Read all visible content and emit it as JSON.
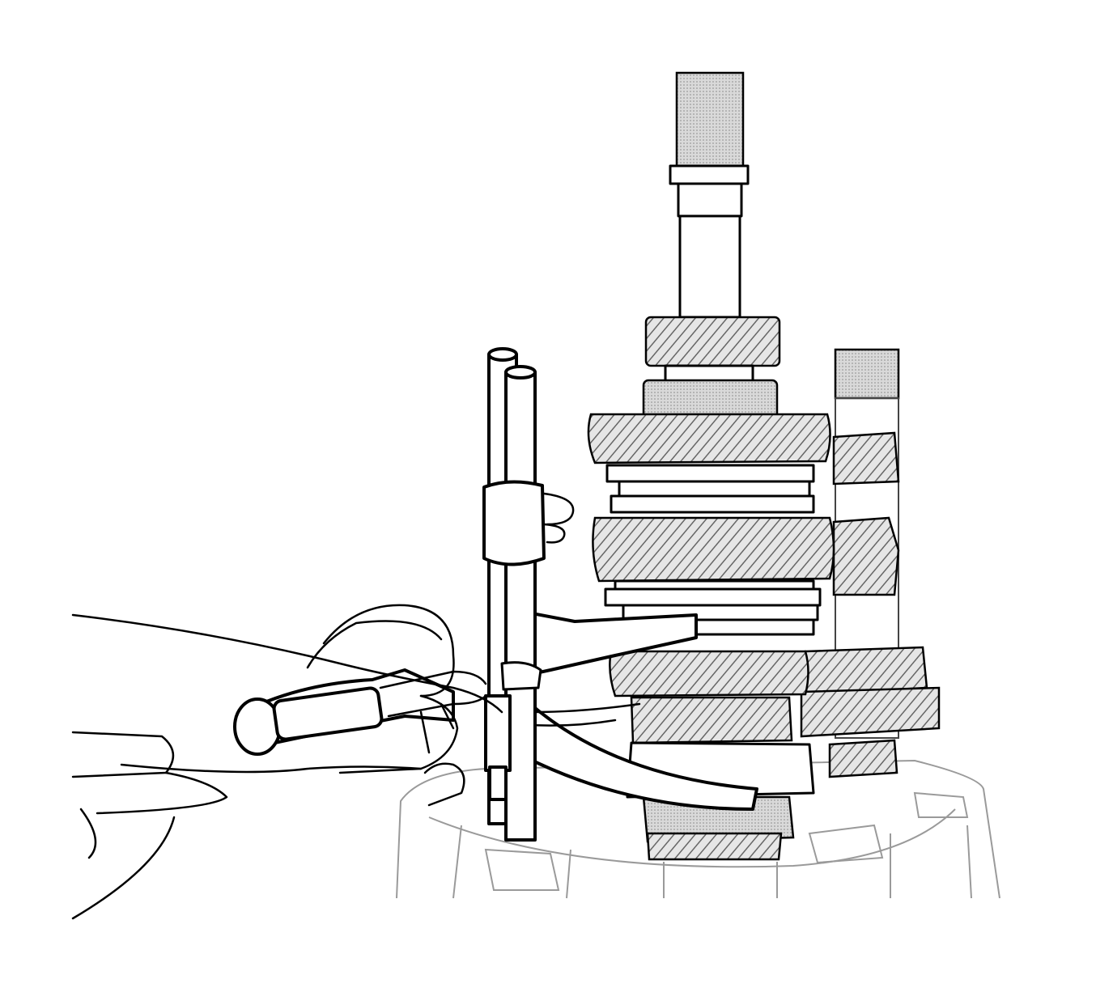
{
  "figure": {
    "parts": [
      "transmission-case",
      "mainshaft",
      "countershaft",
      "shift-rail",
      "shift-fork",
      "pliers",
      "hand"
    ]
  }
}
